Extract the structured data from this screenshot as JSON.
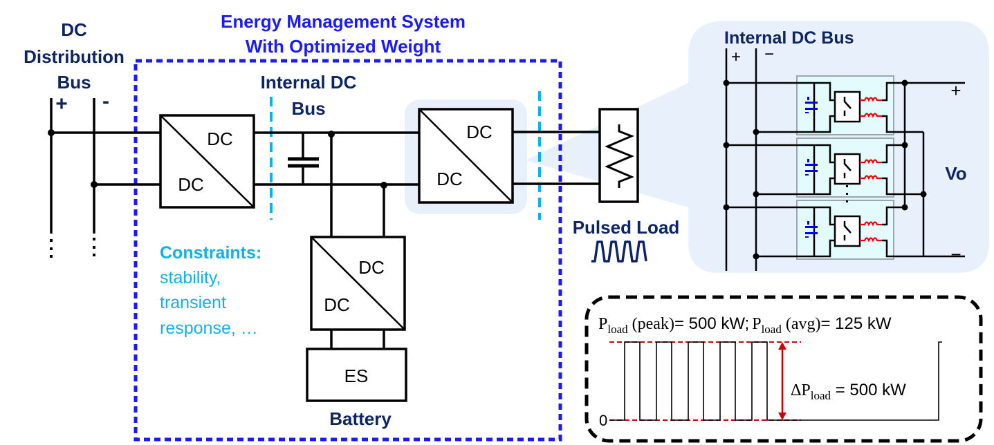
{
  "title": {
    "line1": "Energy Management System",
    "line2": "With Optimized Weight"
  },
  "dc_distribution_bus": {
    "line1": "DC",
    "line2": "Distribution",
    "line3": "Bus",
    "plus": "+",
    "minus": "-"
  },
  "internal_dc_bus": {
    "line1": "Internal DC",
    "line2": "Bus"
  },
  "converters": {
    "input": {
      "top": "DC",
      "bottom": "DC"
    },
    "output": {
      "top": "DC",
      "bottom": "DC"
    },
    "battery": {
      "top": "DC",
      "bottom": "DC"
    }
  },
  "energy_storage": {
    "label": "ES",
    "caption": "Battery"
  },
  "constraints": {
    "heading": "Constraints:",
    "line1": "stability,",
    "line2": "transient",
    "line3": "response, …"
  },
  "pulsed_load": {
    "label": "Pulsed Load"
  },
  "inset": {
    "title": "Internal DC Bus",
    "plus": "+",
    "minus": "−",
    "out_plus": "+",
    "out_minus": "−",
    "vo": "Vo",
    "modules": 3,
    "ellipsis": "⋮"
  },
  "waveform": {
    "p_label": "P",
    "sub_load": "load",
    "peak_suffix": " (peak)",
    "peak_value": "= 500 kW;",
    "avg_suffix": " (avg)",
    "avg_value": "= 125 kW",
    "delta_prefix": "ΔP",
    "delta_value": " = 500 kW",
    "zero_label": "0",
    "peak_kw": 500,
    "avg_kw": 125,
    "delta_kw": 500,
    "pulse_count": 5
  },
  "colors": {
    "navy": "#0d2466",
    "ems_blue": "#1a1aff",
    "cyan": "#12b0e8",
    "highlight": "#e8f0fc",
    "red": "#cc0000",
    "cap_blue": "#0000ee"
  }
}
